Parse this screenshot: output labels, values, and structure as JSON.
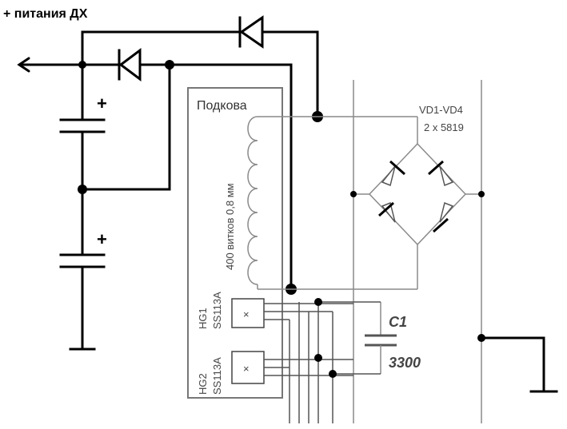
{
  "supply_label": "+ питания ДХ",
  "core_label": "Подкова",
  "winding_label": "400 витков 0,8 мм",
  "bridge_label": "VD1-VD4",
  "bridge_part": "2 x 5819",
  "cap_name": "C1",
  "cap_value": "3300",
  "sensor1_name": "HG1",
  "sensor1_part": "SS113A",
  "sensor2_name": "HG2",
  "sensor2_part": "SS113A",
  "sensor_mark": "×",
  "polarity_plus": "+"
}
